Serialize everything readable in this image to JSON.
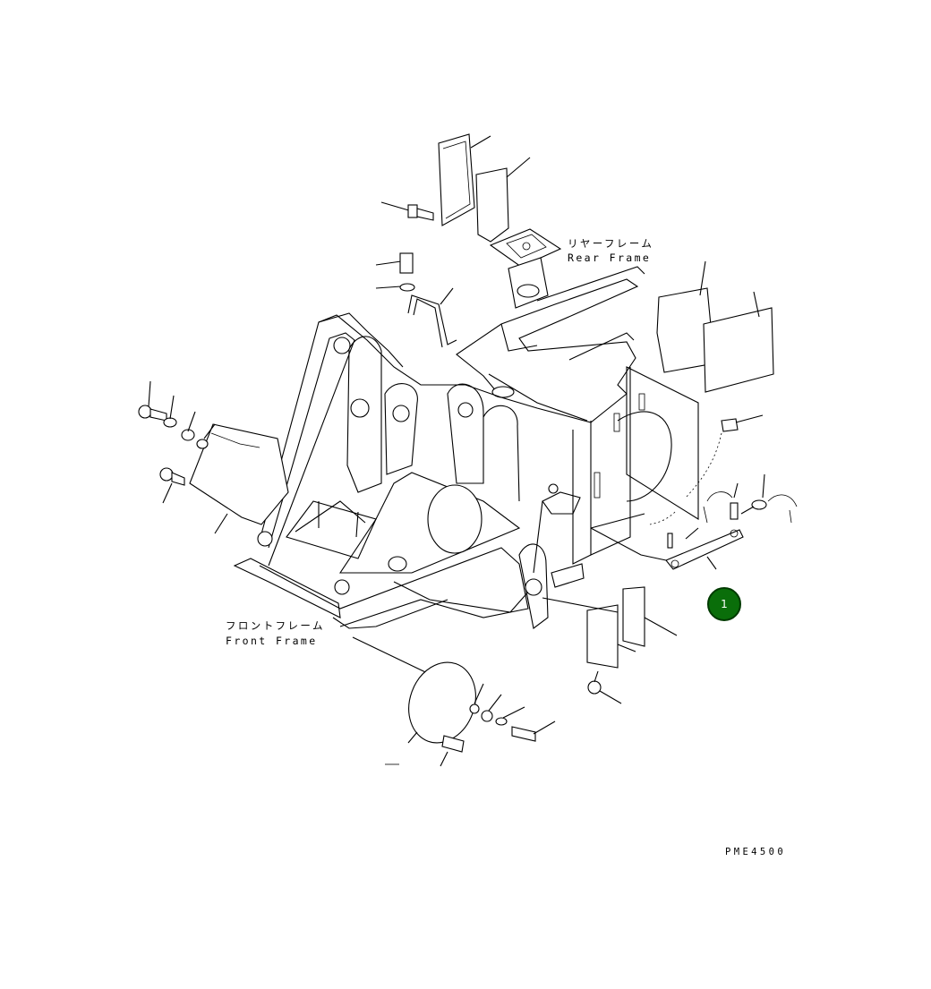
{
  "labels": {
    "rear_frame_jp": "リヤーフレーム",
    "rear_frame_en": "Rear Frame",
    "front_frame_jp": "フロントフレーム",
    "front_frame_en": "Front Frame",
    "drawing_code": "PME4500"
  },
  "callout": {
    "number": "1",
    "color": "#0a6e0a"
  }
}
